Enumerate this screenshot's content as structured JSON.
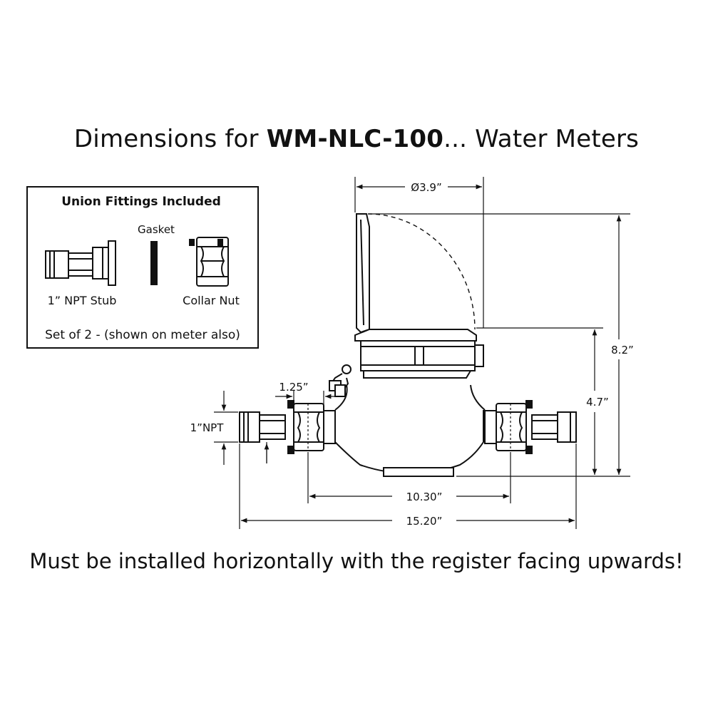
{
  "title": {
    "prefix": "Dimensions for ",
    "model": "WM-NLC-100",
    "suffix": "... Water Meters"
  },
  "union_box": {
    "heading": "Union Fittings Included",
    "stub_label": "1” NPT Stub",
    "gasket_label": "Gasket",
    "collar_label": "Collar Nut",
    "set_note": "Set of 2 - (shown on meter also)"
  },
  "dimensions": {
    "diameter": "Ø3.9”",
    "height_total": "8.2”",
    "height_body": "4.7”",
    "nut_width": "1.25”",
    "npt": "1”NPT",
    "inner_length": "10.30”",
    "overall_length": "15.20”"
  },
  "footer": "Must be installed horizontally with the register facing upwards!"
}
